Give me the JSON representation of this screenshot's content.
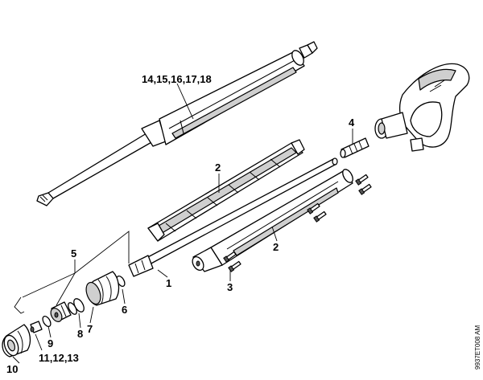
{
  "labels": {
    "spray_lance": "14,15,16,17,18",
    "handle_half_top": "2",
    "coupling_4": "4",
    "handle_half_bottom": "2",
    "screws": "3",
    "tube": "1",
    "nozzle_group": "5",
    "oring_6": "6",
    "nut_7": "7",
    "oring_8": "8",
    "oring_9": "9",
    "nozzle_parts": "11,12,13",
    "cap_10": "10"
  },
  "reference_code": "9937ET008 AM"
}
